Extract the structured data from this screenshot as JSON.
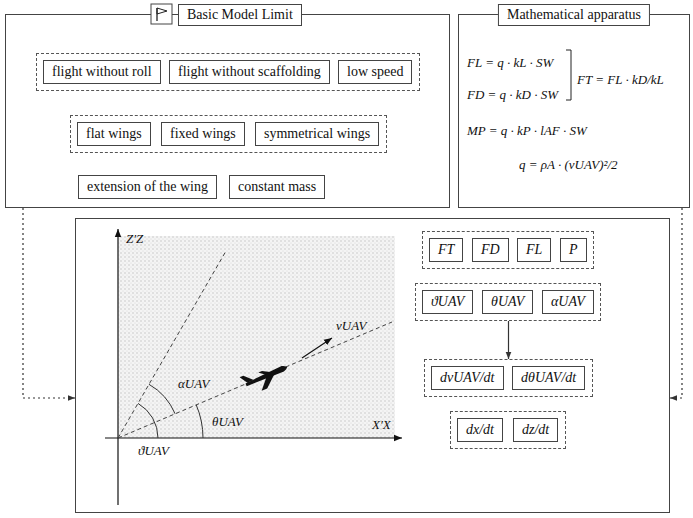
{
  "diagram": {
    "nodes": [
      {
        "text": [
          "Basic Model Limit"
        ]
      },
      {
        "text": [],
        "in": 0
      },
      {
        "text": [
          "flight without roll"
        ],
        "in": 1
      },
      {
        "text": [
          "flight without scaffolding"
        ],
        "in": 1
      },
      {
        "text": [
          "low speed"
        ],
        "in": 1
      },
      {
        "text": [],
        "in": 0
      },
      {
        "text": [
          "flat wings"
        ],
        "in": 5
      },
      {
        "text": [
          "fixed wings"
        ],
        "in": 5
      },
      {
        "text": [
          "symmetrical wings"
        ],
        "in": 5
      },
      {
        "text": [
          "extension of the wing"
        ],
        "in": 0
      },
      {
        "text": [
          "constant mass"
        ],
        "in": 0
      },
      {
        "text": [
          "Mathematical apparatus",
          "FL = q · kL · SW",
          "FD = q · kD · SW",
          "FT = FL · kD/kL",
          "MP = q · kP · lAF · SW",
          "q = ρA · (vUAV)²/2"
        ]
      },
      {
        "text": []
      },
      {
        "text": [],
        "in": 12
      },
      {
        "text": [
          "FT"
        ],
        "in": 13
      },
      {
        "text": [
          "FD"
        ],
        "in": 13
      },
      {
        "text": [
          "FL"
        ],
        "in": 13
      },
      {
        "text": [
          "P"
        ],
        "in": 13
      },
      {
        "text": [],
        "in": 12
      },
      {
        "text": [
          "ϑUAV"
        ],
        "in": 18
      },
      {
        "text": [
          "θUAV"
        ],
        "in": 18
      },
      {
        "text": [
          "αUAV"
        ],
        "in": 18
      },
      {
        "text": [],
        "in": 12
      },
      {
        "text": [
          "dvUAV/dt"
        ],
        "in": 22
      },
      {
        "text": [
          "dθUAV/dt"
        ],
        "in": 22
      },
      {
        "text": [],
        "in": 12
      },
      {
        "text": [
          "dx/dt"
        ],
        "in": 25
      },
      {
        "text": [
          "dz/dt"
        ],
        "in": 25
      }
    ],
    "edges": [
      {
        "from": 0,
        "to": 12,
        "arrow": "to"
      },
      {
        "from": 11,
        "to": 12,
        "arrow": "to"
      },
      {
        "from": 18,
        "to": 22,
        "arrow": "to"
      }
    ],
    "labels": [
      "Z′Z",
      "X′X",
      "vUAV",
      "αUAV",
      "ϑUAV",
      "θUAV"
    ]
  }
}
